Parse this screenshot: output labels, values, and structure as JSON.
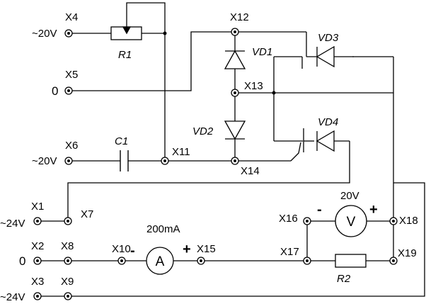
{
  "diagram": {
    "terminals": {
      "X1": "X1",
      "X2": "X2",
      "X3": "X3",
      "X4": "X4",
      "X5": "X5",
      "X6": "X6",
      "X7": "X7",
      "X8": "X8",
      "X9": "X9",
      "X10": "X10",
      "X11": "X11",
      "X12": "X12",
      "X13": "X13",
      "X14": "X14",
      "X15": "X15",
      "X16": "X16",
      "X17": "X17",
      "X18": "X18",
      "X19": "X19"
    },
    "sources": {
      "x4": "~20V",
      "x5": "0",
      "x6": "~20V",
      "x1": "~24V",
      "x2": "0",
      "x3": "~24V"
    },
    "components": {
      "R1": "R1",
      "R2": "R2",
      "C1": "C1",
      "VD1": "VD1",
      "VD2": "VD2",
      "VD3": "VD3",
      "VD4": "VD4"
    },
    "ammeter": {
      "symbol": "A",
      "rating": "200mA",
      "minus": "-",
      "plus": "+"
    },
    "voltmeter": {
      "symbol": "V",
      "rating": "20V",
      "minus": "-",
      "plus": "+"
    }
  }
}
